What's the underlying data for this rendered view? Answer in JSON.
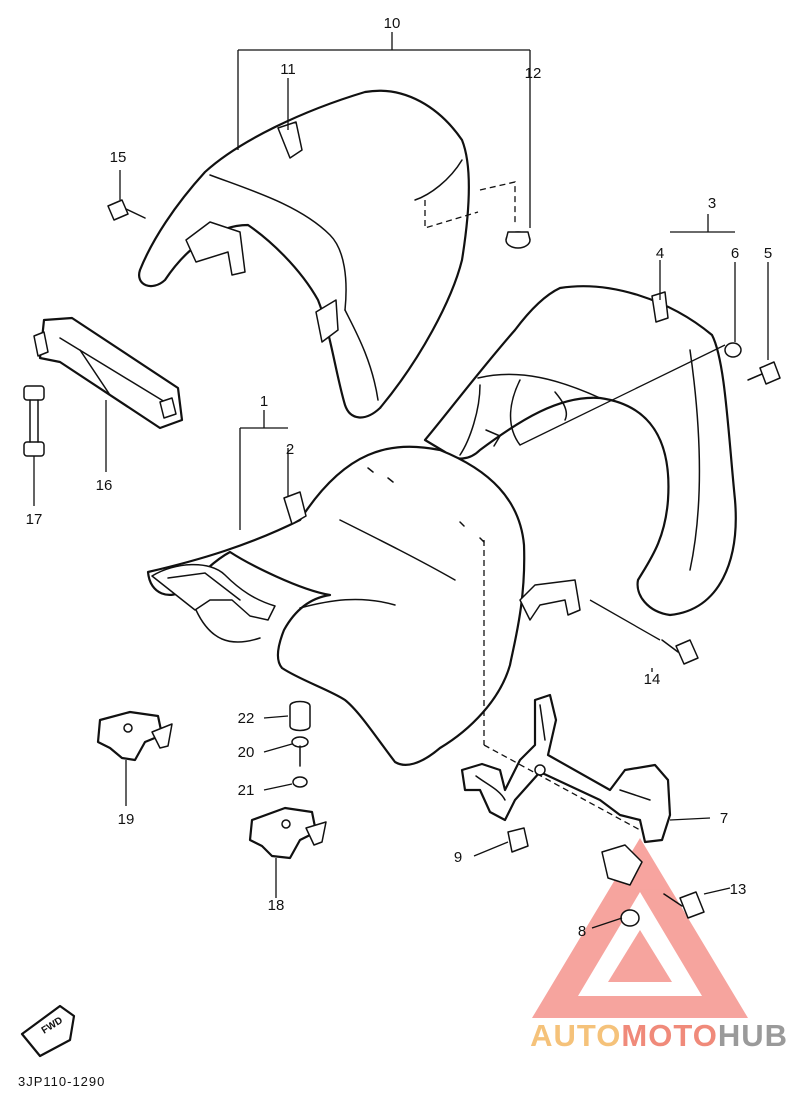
{
  "diagram_code": "3JP110-1290",
  "fwd_label": "FWD",
  "watermark": {
    "part1": "AUTO",
    "part2": "MOTO",
    "part3": "HUB",
    "color_part1": "#f5c27a",
    "color_part2": "#f08a7a",
    "color_part3": "#9a9a9a",
    "triangle_color": "#f05a50"
  },
  "callouts": {
    "c1": "1",
    "c2": "2",
    "c3": "3",
    "c4": "4",
    "c5": "5",
    "c6": "6",
    "c7": "7",
    "c8": "8",
    "c9": "9",
    "c10": "10",
    "c11": "11",
    "c12": "12",
    "c13": "13",
    "c14": "14",
    "c15": "15",
    "c16": "16",
    "c17": "17",
    "c18": "18",
    "c19": "19",
    "c20": "20",
    "c21": "21",
    "c22": "22"
  }
}
